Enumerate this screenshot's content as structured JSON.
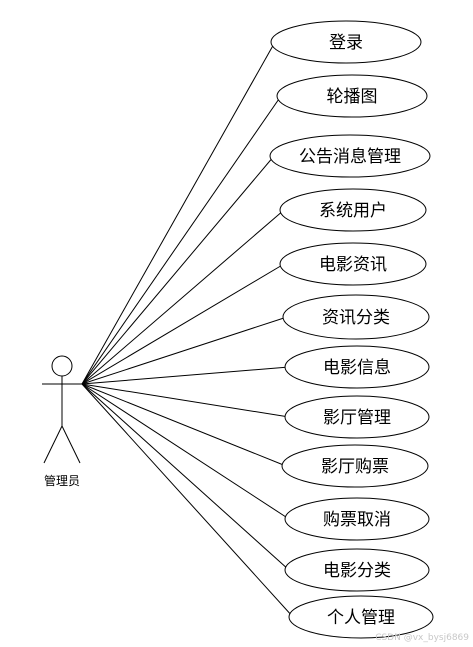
{
  "actor": {
    "name": "管理员"
  },
  "use_cases": [
    {
      "label": "登录"
    },
    {
      "label": "轮播图"
    },
    {
      "label": "公告消息管理"
    },
    {
      "label": "系统用户"
    },
    {
      "label": "电影资讯"
    },
    {
      "label": "资讯分类"
    },
    {
      "label": "电影信息"
    },
    {
      "label": "影厅管理"
    },
    {
      "label": "影厅购票"
    },
    {
      "label": "购票取消"
    },
    {
      "label": "电影分类"
    },
    {
      "label": "个人管理"
    }
  ],
  "watermark": "CSDN @vx_bysj6869"
}
